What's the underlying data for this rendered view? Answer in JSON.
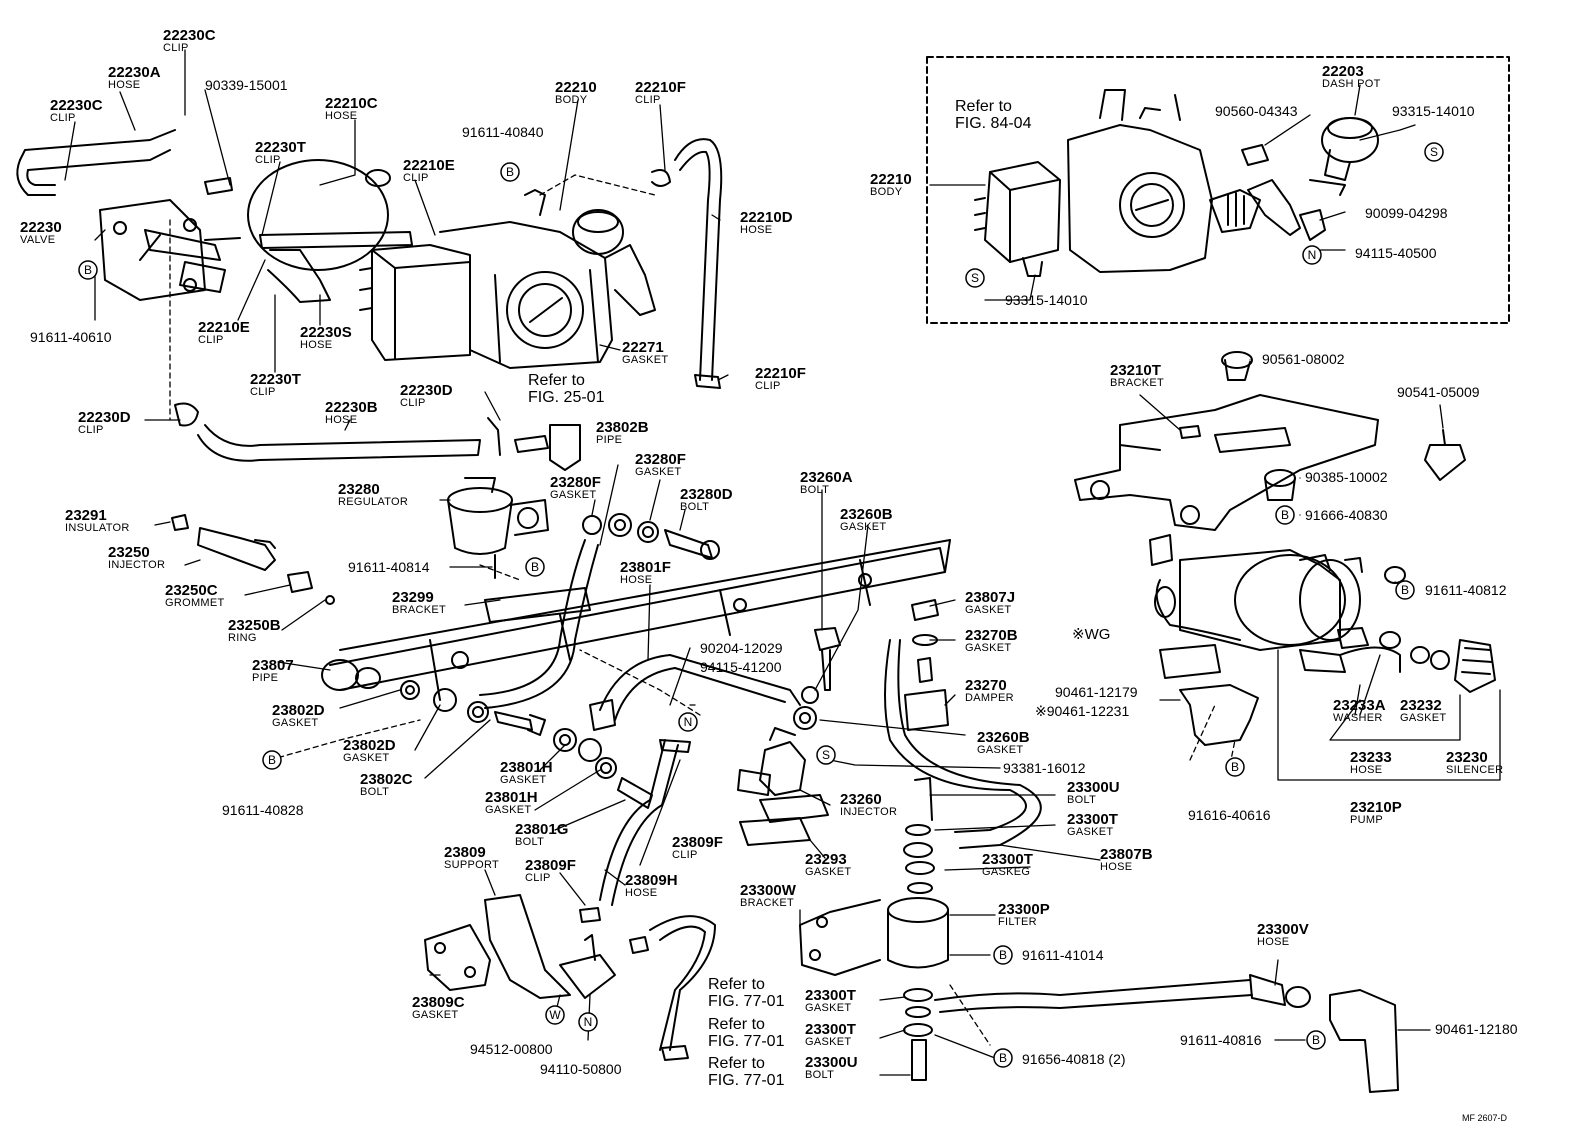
{
  "diagram_code": "MF 2607-D",
  "wg_mark": "※WG",
  "refs": {
    "fig_84_04": "Refer to FIG. 84-04",
    "fig_25_01": "Refer to FIG. 25-01",
    "fig_77_01": "Refer to FIG. 77-01"
  },
  "labels": [
    {
      "id": "l0",
      "pn": "22230C",
      "nm": "CLIP"
    },
    {
      "id": "l1",
      "pn": "22230A",
      "nm": "HOSE"
    },
    {
      "id": "l2",
      "pn": "90339-15001",
      "nm": ""
    },
    {
      "id": "l3",
      "pn": "22230C",
      "nm": "CLIP"
    },
    {
      "id": "l4",
      "pn": "22210C",
      "nm": "HOSE"
    },
    {
      "id": "l5",
      "pn": "22210",
      "nm": "BODY"
    },
    {
      "id": "l6",
      "pn": "22210F",
      "nm": "CLIP"
    },
    {
      "id": "l7",
      "pn": "91611-40840",
      "nm": ""
    },
    {
      "id": "l8",
      "pn": "22230T",
      "nm": "CLIP"
    },
    {
      "id": "l9",
      "pn": "22210E",
      "nm": "CLIP"
    },
    {
      "id": "l10",
      "pn": "22230",
      "nm": "VALVE"
    },
    {
      "id": "l11",
      "pn": "22210D",
      "nm": "HOSE"
    },
    {
      "id": "l12",
      "pn": "91611-40610",
      "nm": ""
    },
    {
      "id": "l13",
      "pn": "22210E",
      "nm": "CLIP"
    },
    {
      "id": "l14",
      "pn": "22230S",
      "nm": "HOSE"
    },
    {
      "id": "l15",
      "pn": "22271",
      "nm": "GASKET"
    },
    {
      "id": "l16",
      "pn": "22230T",
      "nm": "CLIP"
    },
    {
      "id": "l17",
      "pn": "22210F",
      "nm": "CLIP"
    },
    {
      "id": "l18",
      "pn": "22230D",
      "nm": "CLIP"
    },
    {
      "id": "l19",
      "pn": "22230D",
      "nm": "CLIP"
    },
    {
      "id": "l20",
      "pn": "22230B",
      "nm": "HOSE"
    },
    {
      "id": "l21",
      "pn": "23802B",
      "nm": "PIPE"
    },
    {
      "id": "l22",
      "pn": "23280F",
      "nm": "GASKET"
    },
    {
      "id": "l23",
      "pn": "23280",
      "nm": "REGULATOR"
    },
    {
      "id": "l24",
      "pn": "23280F",
      "nm": "GASKET"
    },
    {
      "id": "l25",
      "pn": "23280D",
      "nm": "BOLT"
    },
    {
      "id": "l26",
      "pn": "23260A",
      "nm": "BOLT"
    },
    {
      "id": "l27",
      "pn": "23291",
      "nm": "INSULATOR"
    },
    {
      "id": "l28",
      "pn": "23260B",
      "nm": "GASKET"
    },
    {
      "id": "l29",
      "pn": "23250",
      "nm": "INJECTOR"
    },
    {
      "id": "l30",
      "pn": "91611-40814",
      "nm": ""
    },
    {
      "id": "l31",
      "pn": "23801F",
      "nm": "HOSE"
    },
    {
      "id": "l32",
      "pn": "23250C",
      "nm": "GROMMET"
    },
    {
      "id": "l33",
      "pn": "23299",
      "nm": "BRACKET"
    },
    {
      "id": "l34",
      "pn": "23250B",
      "nm": "RING"
    },
    {
      "id": "l35",
      "pn": "23807J",
      "nm": "GASKET"
    },
    {
      "id": "l36",
      "pn": "23270B",
      "nm": "GASKET"
    },
    {
      "id": "l37",
      "pn": "23807",
      "nm": "PIPE"
    },
    {
      "id": "l38",
      "pn": "90204-12029",
      "nm": ""
    },
    {
      "id": "l39",
      "pn": "94115-41200",
      "nm": ""
    },
    {
      "id": "l40",
      "pn": "23270",
      "nm": "DAMPER"
    },
    {
      "id": "l41",
      "pn": "23802D",
      "nm": "GASKET"
    },
    {
      "id": "l42",
      "pn": "23802D",
      "nm": "GASKET"
    },
    {
      "id": "l43",
      "pn": "23260B",
      "nm": "GASKET"
    },
    {
      "id": "l44",
      "pn": "23802C",
      "nm": "BOLT"
    },
    {
      "id": "l45",
      "pn": "23801H",
      "nm": "GASKET"
    },
    {
      "id": "l46",
      "pn": "93381-16012",
      "nm": ""
    },
    {
      "id": "l47",
      "pn": "91611-40828",
      "nm": ""
    },
    {
      "id": "l48",
      "pn": "23801H",
      "nm": "GASKET"
    },
    {
      "id": "l49",
      "pn": "23300U",
      "nm": "BOLT"
    },
    {
      "id": "l50",
      "pn": "23260",
      "nm": "INJECTOR"
    },
    {
      "id": "l51",
      "pn": "23801G",
      "nm": "BOLT"
    },
    {
      "id": "l52",
      "pn": "23300T",
      "nm": "GASKET"
    },
    {
      "id": "l53",
      "pn": "23809F",
      "nm": "CLIP"
    },
    {
      "id": "l54",
      "pn": "23809",
      "nm": "SUPPORT"
    },
    {
      "id": "l55",
      "pn": "23807B",
      "nm": "HOSE"
    },
    {
      "id": "l56",
      "pn": "23300T",
      "nm": "GASKEG"
    },
    {
      "id": "l57",
      "pn": "23809F",
      "nm": "CLIP"
    },
    {
      "id": "l58",
      "pn": "23293",
      "nm": "GASKET"
    },
    {
      "id": "l59",
      "pn": "23809H",
      "nm": "HOSE"
    },
    {
      "id": "l60",
      "pn": "23300W",
      "nm": "BRACKET"
    },
    {
      "id": "l61",
      "pn": "23300P",
      "nm": "FILTER"
    },
    {
      "id": "l62",
      "pn": "91611-41014",
      "nm": ""
    },
    {
      "id": "l63",
      "pn": "23809C",
      "nm": "GASKET"
    },
    {
      "id": "l64",
      "pn": "23300T",
      "nm": "GASKET"
    },
    {
      "id": "l65",
      "pn": "23300T",
      "nm": "GASKET"
    },
    {
      "id": "l66",
      "pn": "94512-00800",
      "nm": ""
    },
    {
      "id": "l67",
      "pn": "94110-50800",
      "nm": ""
    },
    {
      "id": "l68",
      "pn": "23300U",
      "nm": "BOLT"
    },
    {
      "id": "l69",
      "pn": "91656-40818 (2)",
      "nm": ""
    },
    {
      "id": "l70",
      "pn": "23300V",
      "nm": "HOSE"
    },
    {
      "id": "l71",
      "pn": "91611-40816",
      "nm": ""
    },
    {
      "id": "l72",
      "pn": "90461-12180",
      "nm": ""
    },
    {
      "id": "l73",
      "pn": "22203",
      "nm": "DASH POT"
    },
    {
      "id": "l74",
      "pn": "90560-04343",
      "nm": ""
    },
    {
      "id": "l75",
      "pn": "93315-14010",
      "nm": ""
    },
    {
      "id": "l76",
      "pn": "22210",
      "nm": "BODY"
    },
    {
      "id": "l77",
      "pn": "90099-04298",
      "nm": ""
    },
    {
      "id": "l78",
      "pn": "94115-40500",
      "nm": ""
    },
    {
      "id": "l79",
      "pn": "93315-14010",
      "nm": ""
    },
    {
      "id": "l80",
      "pn": "23210T",
      "nm": "BRACKET"
    },
    {
      "id": "l81",
      "pn": "90561-08002",
      "nm": ""
    },
    {
      "id": "l82",
      "pn": "90541-05009",
      "nm": ""
    },
    {
      "id": "l83",
      "pn": "90385-10002",
      "nm": ""
    },
    {
      "id": "l84",
      "pn": "91666-40830",
      "nm": ""
    },
    {
      "id": "l85",
      "pn": "91611-40812",
      "nm": ""
    },
    {
      "id": "l86",
      "pn": "90461-12179",
      "nm": ""
    },
    {
      "id": "l87",
      "pn": "※90461-12231",
      "nm": ""
    },
    {
      "id": "l88",
      "pn": "23233A",
      "nm": "WASHER"
    },
    {
      "id": "l89",
      "pn": "23232",
      "nm": "GASKET"
    },
    {
      "id": "l90",
      "pn": "23233",
      "nm": "HOSE"
    },
    {
      "id": "l91",
      "pn": "23230",
      "nm": "SILENCER"
    },
    {
      "id": "l92",
      "pn": "91616-40616",
      "nm": ""
    },
    {
      "id": "l93",
      "pn": "23210P",
      "nm": "PUMP"
    }
  ],
  "markers": [
    {
      "id": "m1",
      "letter": "B"
    },
    {
      "id": "m2",
      "letter": "B"
    },
    {
      "id": "m3",
      "letter": "B"
    },
    {
      "id": "m4",
      "letter": "B"
    },
    {
      "id": "m5",
      "letter": "N"
    },
    {
      "id": "m6",
      "letter": "S"
    },
    {
      "id": "m7",
      "letter": "B"
    },
    {
      "id": "m8",
      "letter": "W"
    },
    {
      "id": "m9",
      "letter": "N"
    },
    {
      "id": "m10",
      "letter": "B"
    },
    {
      "id": "m11",
      "letter": "B"
    },
    {
      "id": "m12",
      "letter": "S"
    },
    {
      "id": "m13",
      "letter": "N"
    },
    {
      "id": "m14",
      "letter": "S"
    },
    {
      "id": "m15",
      "letter": "B"
    },
    {
      "id": "m16",
      "letter": "B"
    },
    {
      "id": "m17",
      "letter": "B"
    }
  ]
}
